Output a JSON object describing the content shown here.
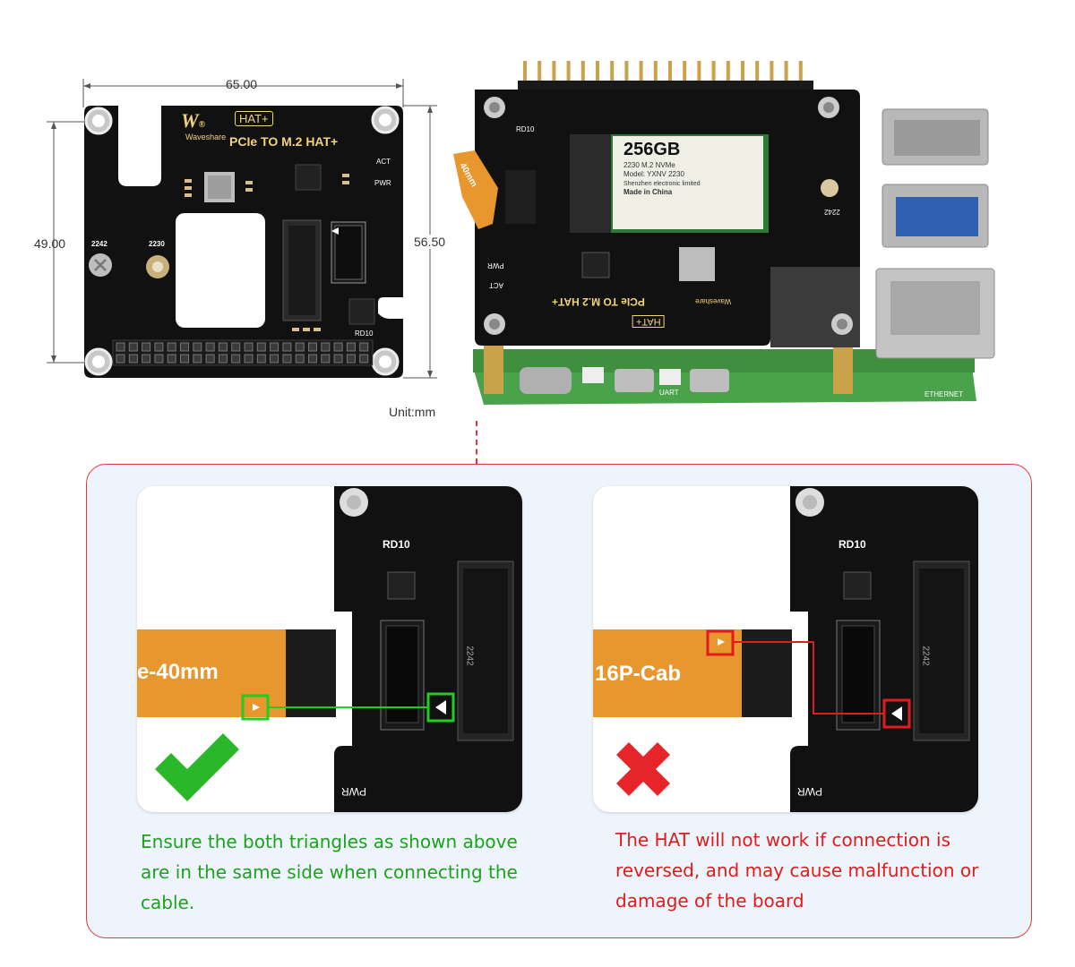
{
  "dimensions": {
    "width": "65.00",
    "height_left": "49.00",
    "height_right": "56.50",
    "unit": "Unit:mm"
  },
  "board": {
    "brand": "Waveshare",
    "badge": "HAT+",
    "title": "PCIe TO M.2 HAT+",
    "labels": {
      "act": "ACT",
      "pwr": "PWR",
      "hole_2242": "2242",
      "hole_2230": "2230",
      "rd10": "RD10"
    }
  },
  "photo": {
    "ssd_capacity": "256GB",
    "ssd_line1": "2230 M.2 NVMe",
    "ssd_line2": "Model: YXNV 2230",
    "ssd_line3": "Shenzhen electronic limited",
    "ssd_line4": "Made in China",
    "cable_label": "40mm",
    "hat_title": "PCIe TO M.2 HAT+",
    "hat_badge": "HAT+",
    "brand": "Waveshare",
    "pwr": "PWR",
    "act": "ACT",
    "rd10": "RD10",
    "hole_2242": "2242",
    "uart": "UART",
    "ethernet": "ETHERNET"
  },
  "comparison": {
    "correct": {
      "cable_text": "e-40mm",
      "caption": "Ensure the both triangles as shown above are in the same side when connecting the cable.",
      "board_labels": {
        "rd10": "RD10",
        "pwr": "PWR",
        "m2": "2242"
      }
    },
    "wrong": {
      "cable_text": "16P-Cab",
      "caption": "The HAT will not work if connection is reversed, and may cause malfunction or damage of the board",
      "board_labels": {
        "rd10": "RD10",
        "pwr": "PWR",
        "m2": "2242"
      }
    }
  },
  "colors": {
    "ok": "#1ea21e",
    "bad": "#e21b1b",
    "panel_border": "#e03a3a",
    "panel_bg": "#eef4fb",
    "pcb": "#111111",
    "silk": "#f2d27a",
    "cable": "#e8962e"
  }
}
